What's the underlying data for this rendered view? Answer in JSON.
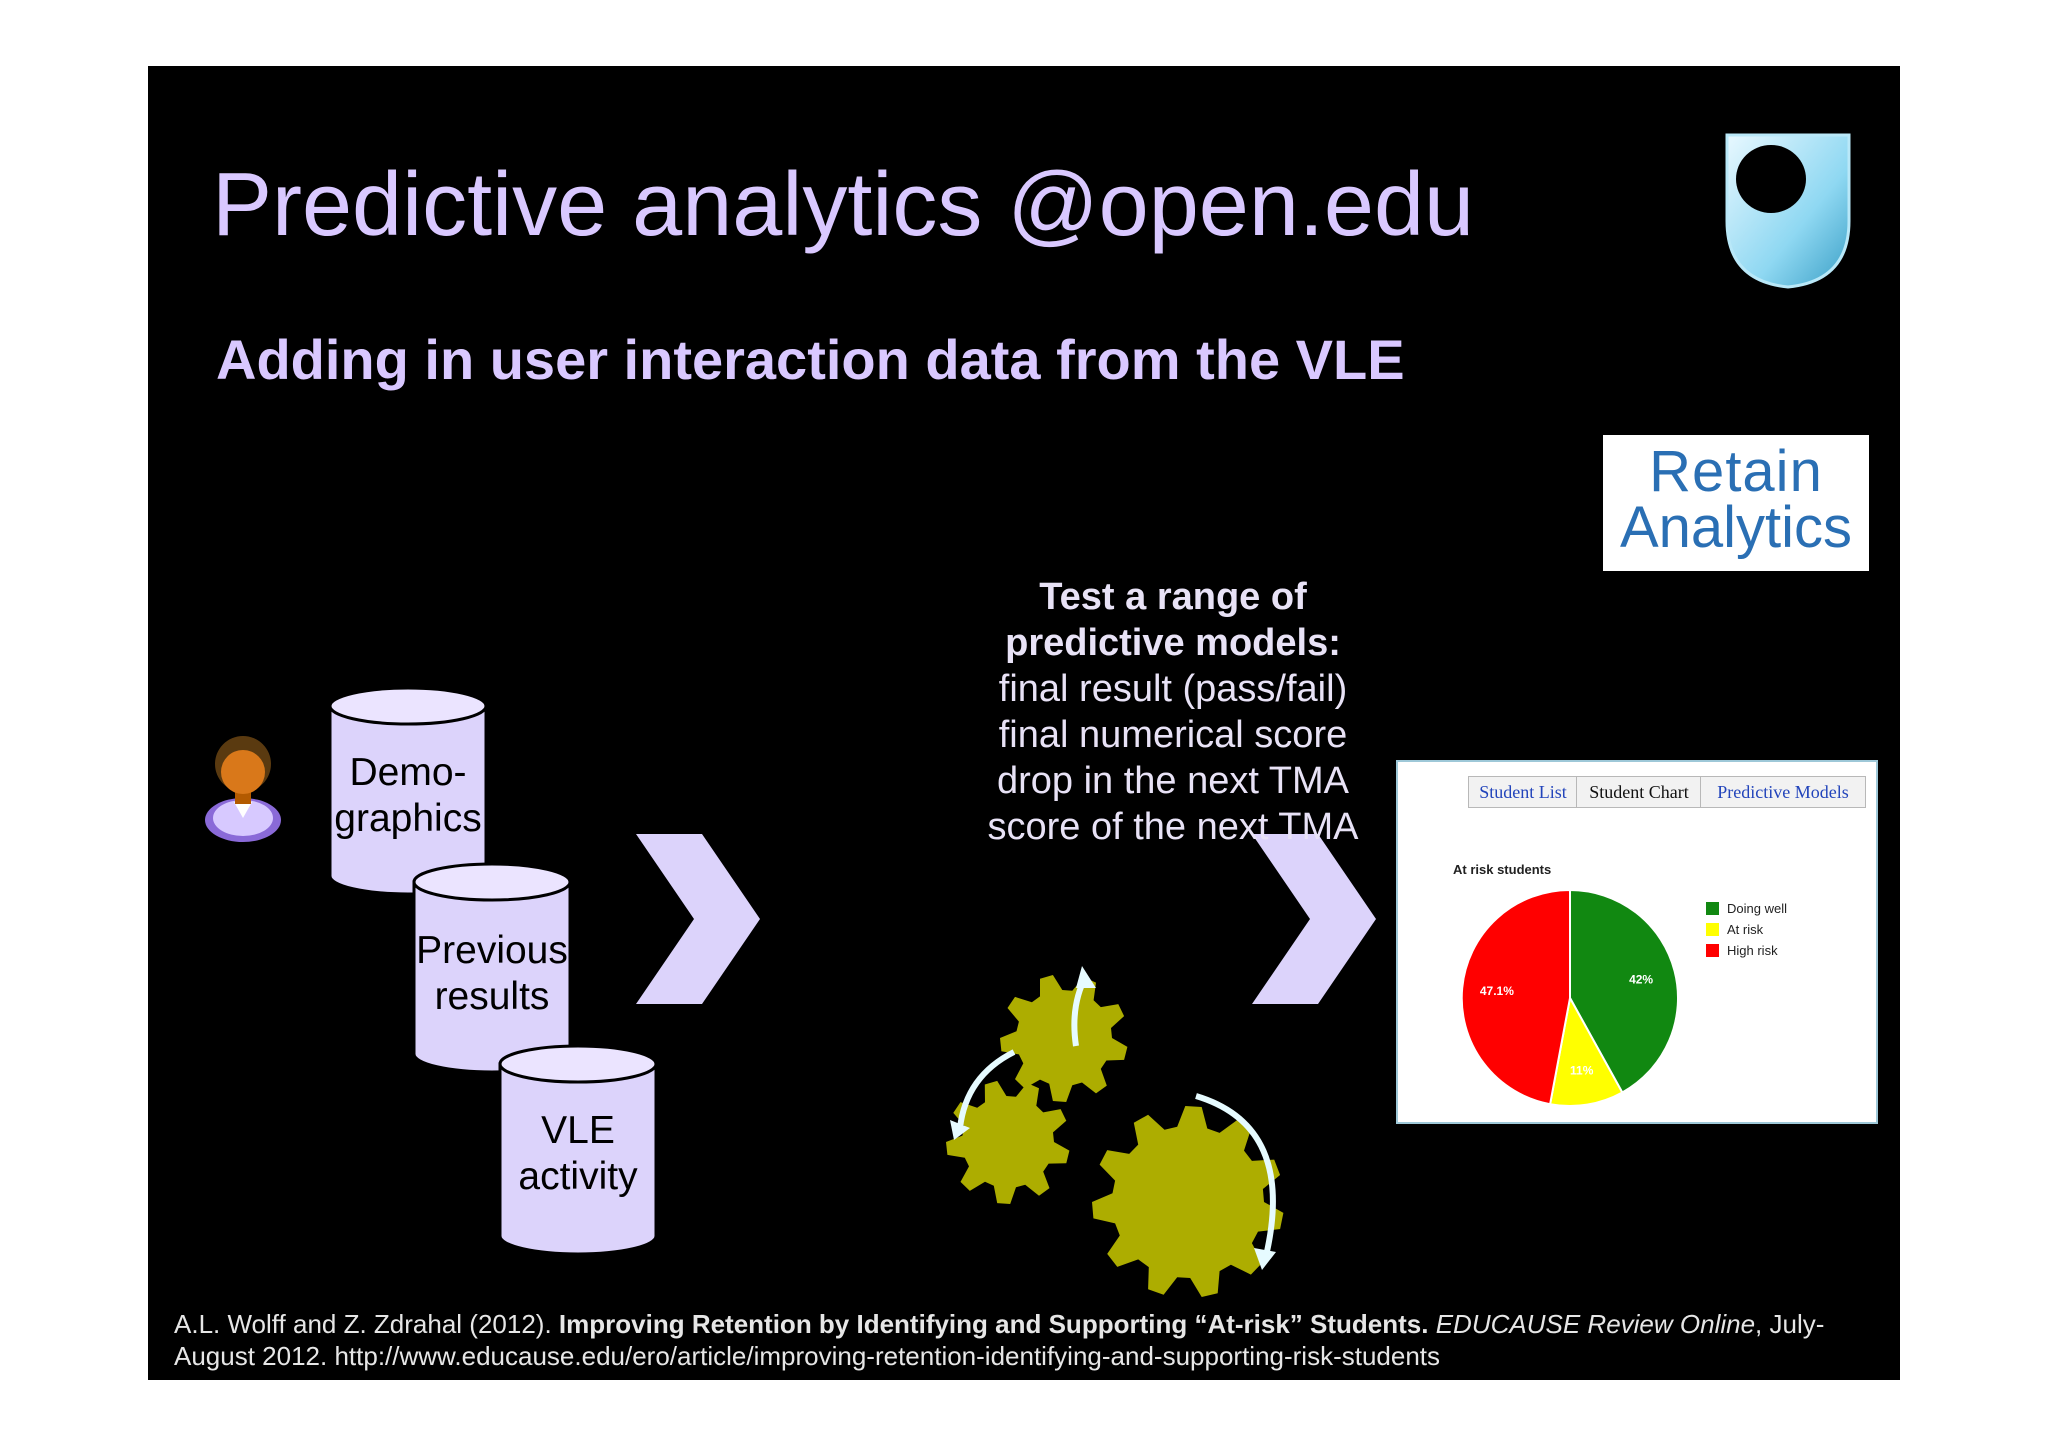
{
  "slide": {
    "title": "Predictive analytics @open.edu",
    "subtitle": "Adding in user interaction data from the VLE",
    "accent_color": "#d9c8ff",
    "background_color": "#000000"
  },
  "logos": {
    "open_university": "open-university-shield-logo",
    "retain_line1": "Retain",
    "retain_line2": "Analytics"
  },
  "data_sources": [
    {
      "line1": "Demo-",
      "line2": "graphics"
    },
    {
      "line1": "Previous",
      "line2": "results"
    },
    {
      "line1": "VLE",
      "line2": "activity"
    }
  ],
  "models": {
    "heading_line1": "Test a range of",
    "heading_line2": "predictive models:",
    "items": [
      "final result (pass/fail)",
      "final numerical score",
      "drop in the next TMA",
      "score of the next TMA"
    ]
  },
  "dashboard": {
    "tabs": [
      "Student List",
      "Student Chart",
      "Predictive Models"
    ],
    "chart_title": "At risk students"
  },
  "chart_data": {
    "type": "pie",
    "title": "At risk students",
    "labels": [
      "Doing well",
      "At risk",
      "High risk"
    ],
    "values": [
      42,
      11,
      47.1
    ],
    "value_labels": [
      "42%",
      "11%",
      "47.1%"
    ],
    "colors": [
      "#118811",
      "#ffff00",
      "#ff0000"
    ],
    "legend": "right"
  },
  "reference": {
    "authors": "A.L. Wolff and Z. Zdrahal (2012).",
    "title": "Improving Retention by Identifying and Supporting “At-risk” Students.",
    "journal": "EDUCAUSE Review Online",
    "date": ", July-August 2012.",
    "url": "http://www.educause.edu/ero/article/improving-retention-identifying-and-supporting-risk-students"
  }
}
